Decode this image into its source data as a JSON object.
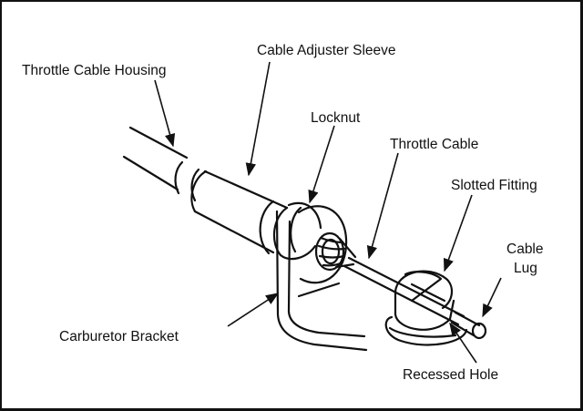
{
  "labels": {
    "throttle_cable_housing": "Throttle Cable Housing",
    "cable_adjuster_sleeve": "Cable Adjuster Sleeve",
    "locknut": "Locknut",
    "throttle_cable": "Throttle Cable",
    "slotted_fitting": "Slotted Fitting",
    "cable_lug_line1": "Cable",
    "cable_lug_line2": "Lug",
    "carburetor_bracket": "Carburetor Bracket",
    "recessed_hole": "Recessed Hole"
  },
  "colors": {
    "ink": "#111111",
    "background": "#ffffff"
  }
}
